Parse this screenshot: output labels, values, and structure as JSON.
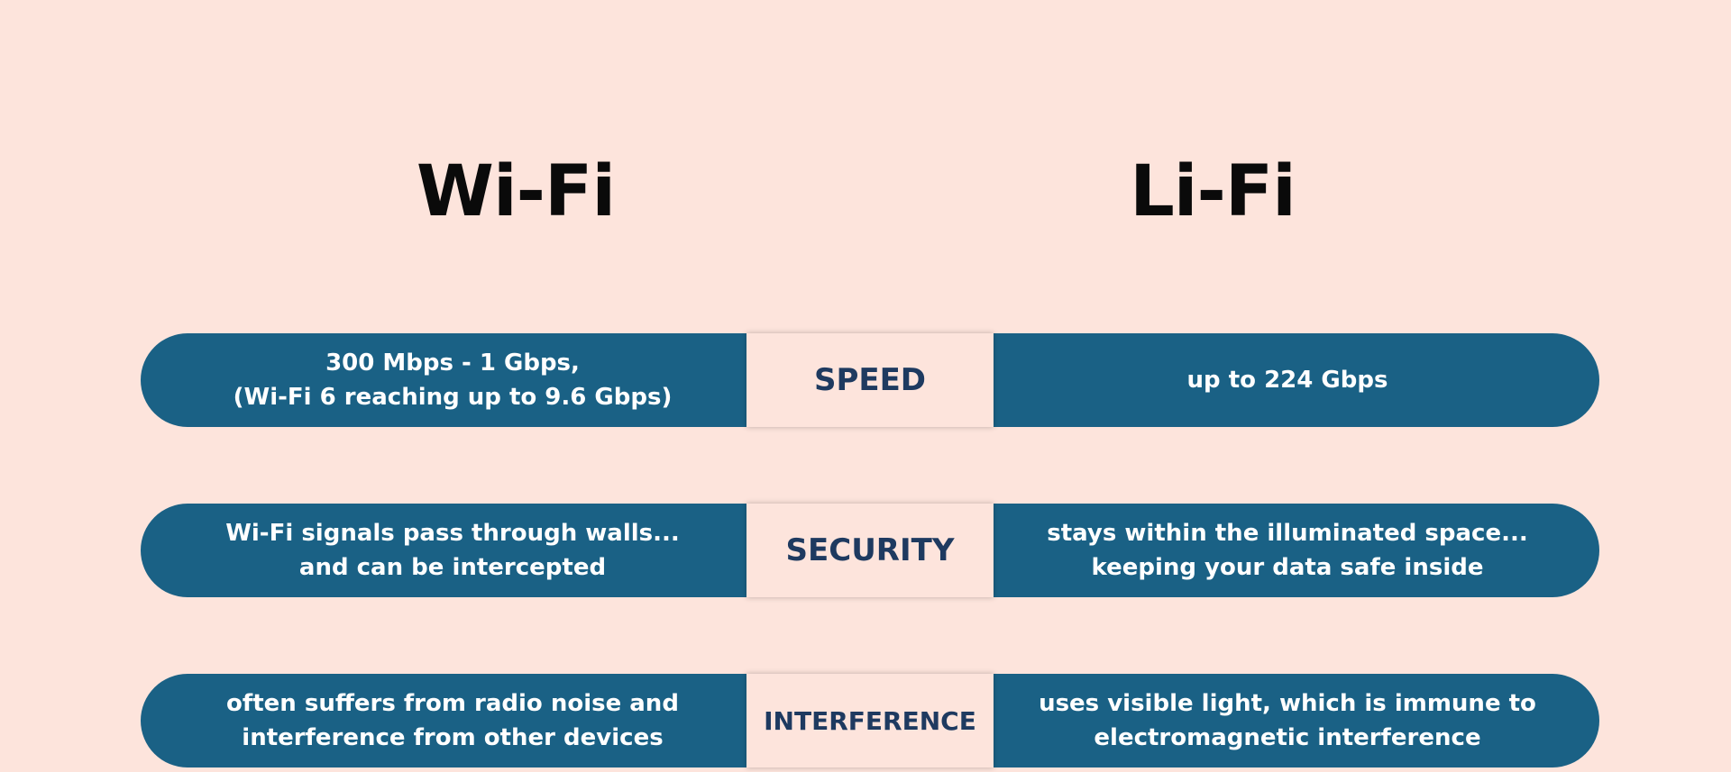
{
  "colors": {
    "background": "#fde4dc",
    "band": "#1a6185",
    "center_text": "#1e3a60",
    "heading_text": "#0a0a0a"
  },
  "headings": {
    "left": "Wi-Fi",
    "right": "Li-Fi"
  },
  "rows": [
    {
      "label": "SPEED",
      "wifi": "300 Mbps - 1 Gbps,\n(Wi-Fi 6 reaching up to 9.6 Gbps)",
      "lifi": "up to 224 Gbps"
    },
    {
      "label": "SECURITY",
      "wifi": "Wi-Fi signals pass through walls...\nand can be intercepted",
      "lifi": "stays within the illuminated space...\nkeeping your data safe inside"
    },
    {
      "label": "INTERFERENCE",
      "wifi": "often suffers from radio noise and\ninterference from other devices",
      "lifi": "uses visible light, which is immune to\nelectromagnetic interference"
    }
  ]
}
